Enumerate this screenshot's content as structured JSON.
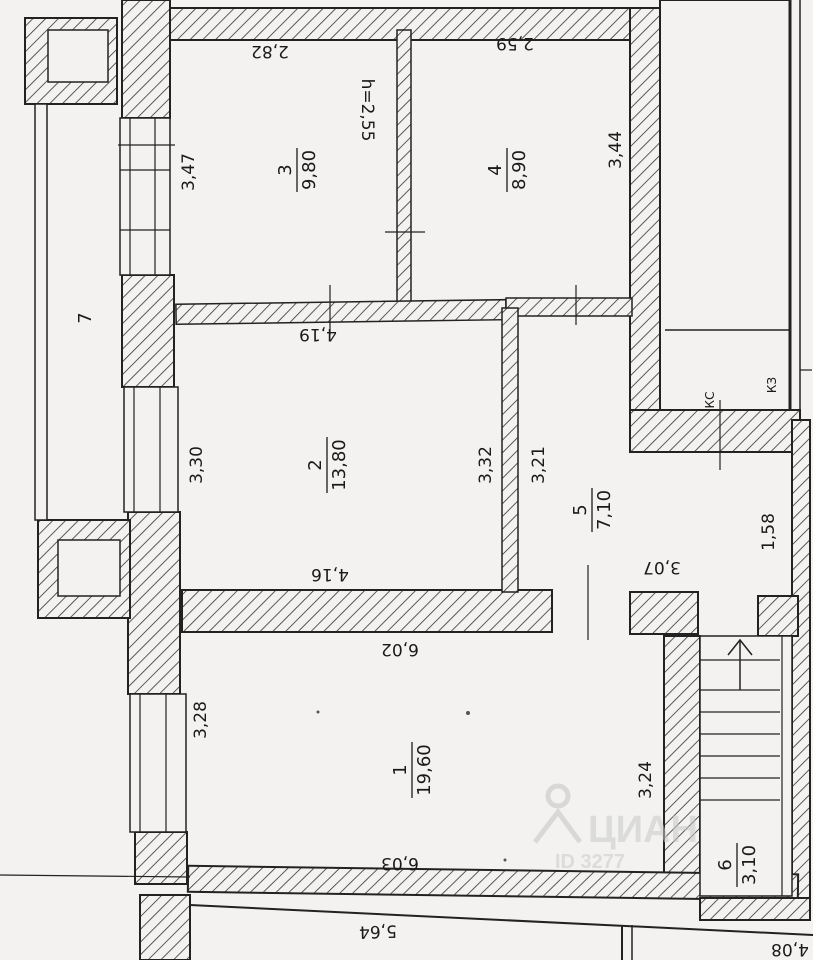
{
  "rooms": {
    "r1": {
      "number": "1",
      "area": "19,60"
    },
    "r2": {
      "number": "2",
      "area": "13,80"
    },
    "r3": {
      "number": "3",
      "area": "9,80"
    },
    "r4": {
      "number": "4",
      "area": "8,90"
    },
    "r5": {
      "number": "5",
      "area": "7,10"
    },
    "r6": {
      "number": "6",
      "area": "3,10"
    },
    "r7": {
      "number": "7"
    }
  },
  "dimensions": {
    "d_282": "2,82",
    "d_259": "2,59",
    "d_height": "h=2,55",
    "d_347": "3,47",
    "d_344": "3,44",
    "d_419": "4,19",
    "d_330": "3,30",
    "d_332": "3,32",
    "d_321": "3,21",
    "d_416": "4,16",
    "d_307": "3,07",
    "d_158": "1,58",
    "d_602": "6,02",
    "d_328": "3,28",
    "d_324": "3,24",
    "d_603": "6,03",
    "d_564": "5,64",
    "d_408": "4,08"
  },
  "marks": {
    "kv1": "КС",
    "kv2": "КЗ"
  },
  "watermark": {
    "brand": "ЦИАН",
    "id": "ID 3277"
  },
  "colors": {
    "paper": "#f3f2f1",
    "ink": "#1a1a1a",
    "hatch": "#333333"
  }
}
